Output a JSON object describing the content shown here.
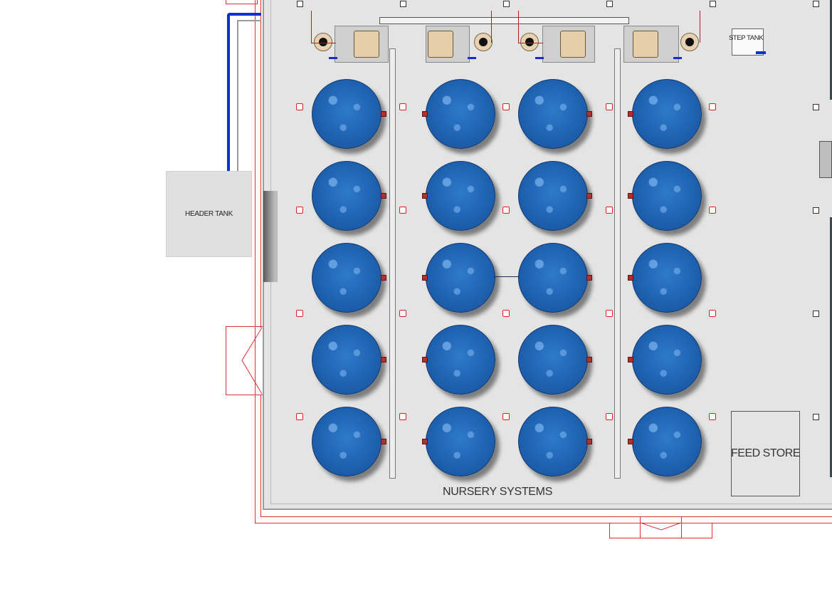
{
  "labels": {
    "header_tank": "HEADER TANK",
    "step_tank": "STEP TANK",
    "feed_store": "FEED STORE",
    "nursery_systems": "NURSERY SYSTEMS"
  },
  "layout_grid": {
    "tank_rows": 5,
    "tank_columns": 4,
    "tank_count": 20,
    "filtration_units": 4
  },
  "colors": {
    "tank_water": "#1f62b2",
    "pipe_blue": "#1030d0",
    "wall_red": "#e03030",
    "floor": "#e4e4e4"
  }
}
